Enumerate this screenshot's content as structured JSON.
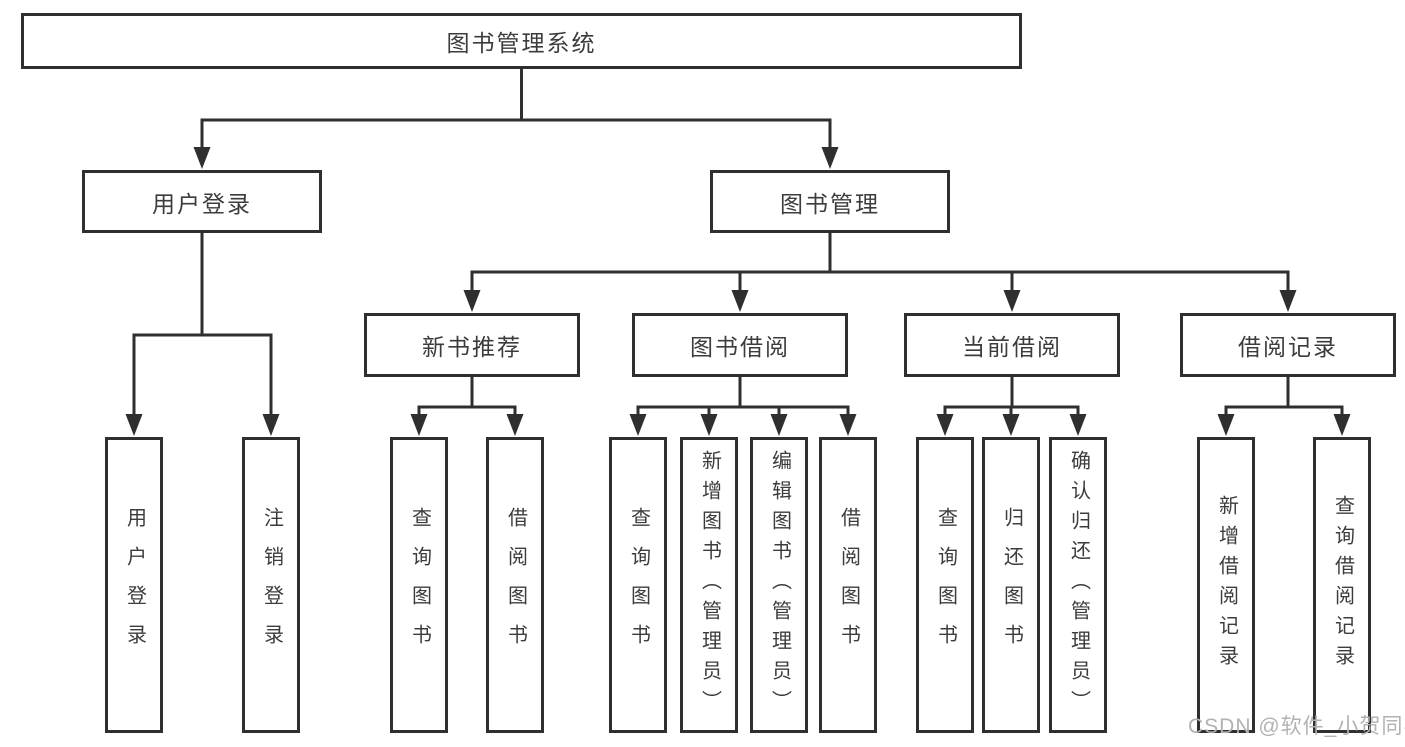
{
  "diagram": {
    "title": "图书管理系统",
    "nodes": {
      "root": {
        "label": "图书管理系统"
      },
      "level2": [
        {
          "label": "用户登录"
        },
        {
          "label": "图书管理"
        }
      ],
      "level3": [
        {
          "label": "新书推荐",
          "parent": "图书管理"
        },
        {
          "label": "图书借阅",
          "parent": "图书管理"
        },
        {
          "label": "当前借阅",
          "parent": "图书管理"
        },
        {
          "label": "借阅记录",
          "parent": "图书管理"
        }
      ],
      "leaves": [
        {
          "label": "用户登录",
          "parent": "用户登录"
        },
        {
          "label": "注销登录",
          "parent": "用户登录"
        },
        {
          "label": "查询图书",
          "parent": "新书推荐"
        },
        {
          "label": "借阅图书",
          "parent": "新书推荐"
        },
        {
          "label": "查询图书",
          "parent": "图书借阅"
        },
        {
          "label": "新增图书（管理员）",
          "parent": "图书借阅"
        },
        {
          "label": "编辑图书（管理员）",
          "parent": "图书借阅"
        },
        {
          "label": "借阅图书",
          "parent": "图书借阅"
        },
        {
          "label": "查询图书",
          "parent": "当前借阅"
        },
        {
          "label": "归还图书",
          "parent": "当前借阅"
        },
        {
          "label": "确认归还（管理员）",
          "parent": "当前借阅"
        },
        {
          "label": "新增借阅记录",
          "parent": "借阅记录"
        },
        {
          "label": "查询借阅记录",
          "parent": "借阅记录"
        }
      ]
    }
  },
  "watermark": {
    "text": "CSDN @软件_小贺同学"
  },
  "colors": {
    "line": "#2f2f2f",
    "text": "#3c3c3c",
    "watermark": "#b2b2b2",
    "background": "#ffffff"
  }
}
